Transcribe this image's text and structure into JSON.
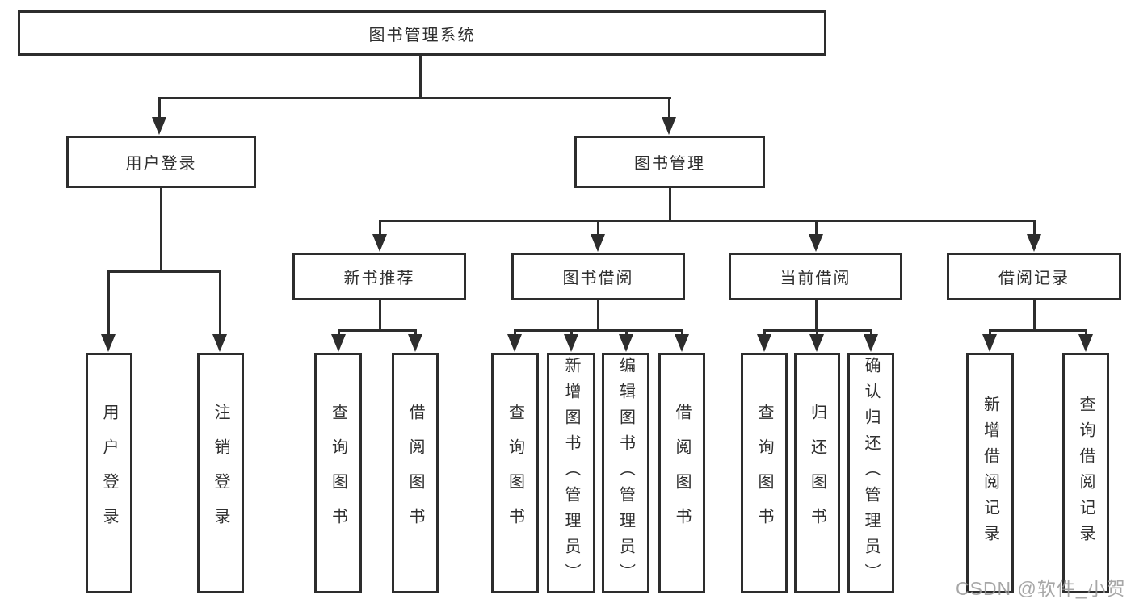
{
  "watermark": "CSDN @软件_小贺同学",
  "colors": {
    "line": "#2d2d2d",
    "text": "#2f2f2f",
    "watermark": "#989898",
    "background": "#ffffff"
  },
  "tree": {
    "root": "图书管理系统",
    "branches": [
      {
        "label": "用户登录",
        "leaves": [
          "用户登录",
          "注销登录"
        ]
      },
      {
        "label": "图书管理",
        "groups": [
          {
            "label": "新书推荐",
            "leaves": [
              "查询图书",
              "借阅图书"
            ]
          },
          {
            "label": "图书借阅",
            "leaves": [
              "查询图书",
              "新增图书（管理员）",
              "编辑图书（管理员）",
              "借阅图书"
            ]
          },
          {
            "label": "当前借阅",
            "leaves": [
              "查询图书",
              "归还图书",
              "确认归还（管理员）"
            ]
          },
          {
            "label": "借阅记录",
            "leaves": [
              "新增借阅记录",
              "查询借阅记录"
            ]
          }
        ]
      }
    ]
  }
}
